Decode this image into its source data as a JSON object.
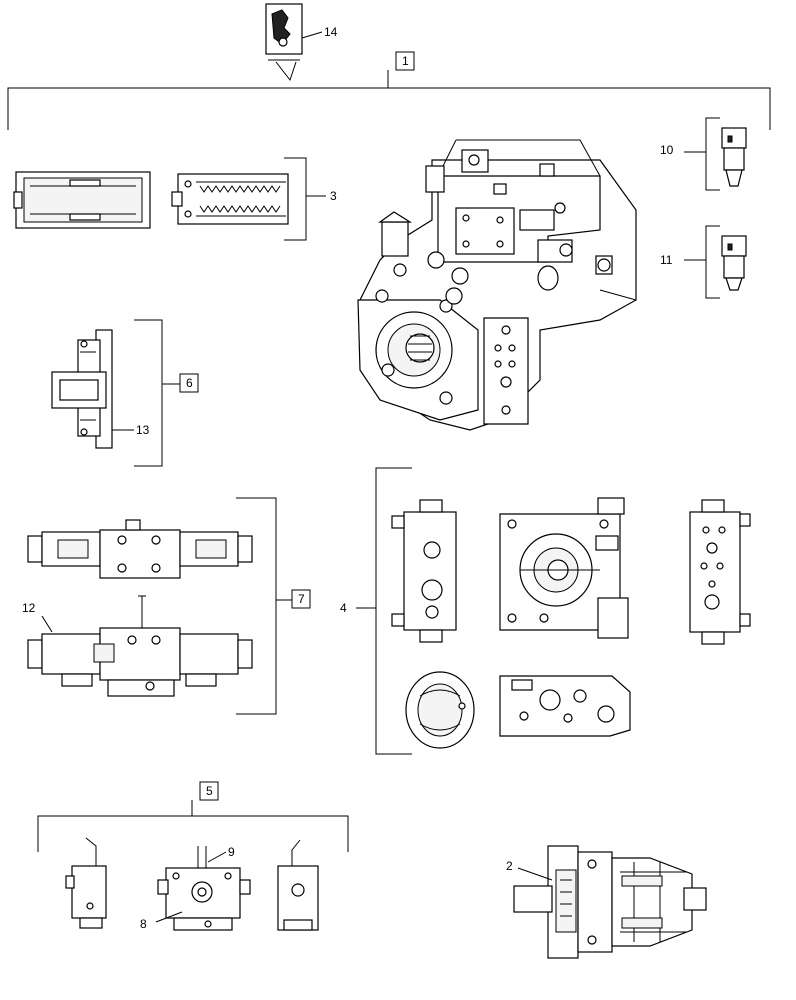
{
  "callouts": {
    "c1": "1",
    "c2": "2",
    "c3": "3",
    "c4": "4",
    "c5": "5",
    "c6": "6",
    "c7": "7",
    "c8": "8",
    "c9": "9",
    "c10": "10",
    "c11": "11",
    "c12": "12",
    "c13": "13",
    "c14": "14"
  },
  "boxed_callouts": [
    "1",
    "5",
    "6",
    "7"
  ],
  "colors": {
    "line": "#000000",
    "background": "#ffffff"
  }
}
